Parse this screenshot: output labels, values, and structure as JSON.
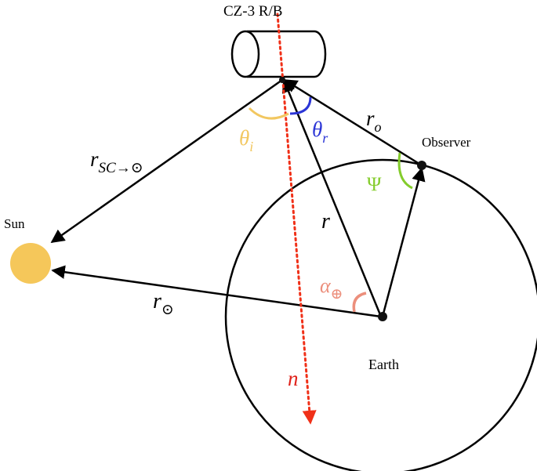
{
  "labels": {
    "rocket_body": "CZ-3 R/B",
    "observer": "Observer",
    "sun": "Sun",
    "earth": "Earth"
  },
  "symbols": {
    "r_o_main": "r",
    "r_o_sub": "o",
    "theta_i_main": "θ",
    "theta_i_sub": "i",
    "theta_r_main": "θ",
    "theta_r_sub": "r",
    "r_sc_sun_main": "r",
    "r_sc_sun_sub": "SC→⊙",
    "psi": "Ψ",
    "r": "r",
    "alpha_main": "α",
    "alpha_sub": "⊕",
    "r_sun_main": "r",
    "r_sun_sub": "⊙",
    "n": "n"
  },
  "colors": {
    "line": "#000000",
    "sun_fill": "#f5c75a",
    "theta_i": "#f2c760",
    "theta_r": "#2b35d6",
    "psi": "#84cc2c",
    "alpha": "#ec8f7c",
    "normal": "#f03018",
    "n_label": "#e0231c"
  }
}
